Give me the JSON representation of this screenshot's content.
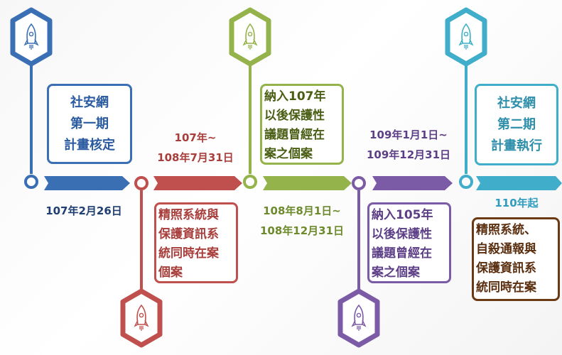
{
  "colors": {
    "blue": "#3a6fb4",
    "red": "#c0504d",
    "green": "#94b34a",
    "purple": "#7b5ba6",
    "cyan": "#40aecb",
    "brown": "#6b3a14",
    "date_blue": "#1f3f73",
    "date_red": "#a83e3b",
    "date_green": "#6d8a2c",
    "date_purple": "#5d3f87",
    "date_cyan": "#2f9cbf"
  },
  "icons": [
    "rocket-icon"
  ],
  "milestones": [
    {
      "date": "107年2月26日",
      "box_lines": [
        "社安網",
        "第一期",
        "計畫核定"
      ]
    },
    {
      "date_lines": [
        "107年~",
        "108年7月31日"
      ],
      "box_lines": [
        "精照系統與",
        "保護資訊系",
        "統同時在案",
        "個案"
      ]
    },
    {
      "date_lines": [
        "108年8月1日~",
        "108年12月31日"
      ],
      "box_lines": [
        "納入107年",
        "以後保護性",
        "議題曾經在",
        "案之個案"
      ]
    },
    {
      "date_lines": [
        "109年1月1日~",
        "109年12月31日"
      ],
      "box_lines": [
        "納入105年",
        "以後保護性",
        "議題曾經在",
        "案之個案"
      ]
    },
    {
      "box_lines": [
        "社安網",
        "第二期",
        "計畫執行"
      ]
    },
    {
      "date": "110年起",
      "box_lines": [
        "精照系統、",
        "自殺通報與",
        "保護資訊系",
        "統同時在案"
      ]
    }
  ]
}
